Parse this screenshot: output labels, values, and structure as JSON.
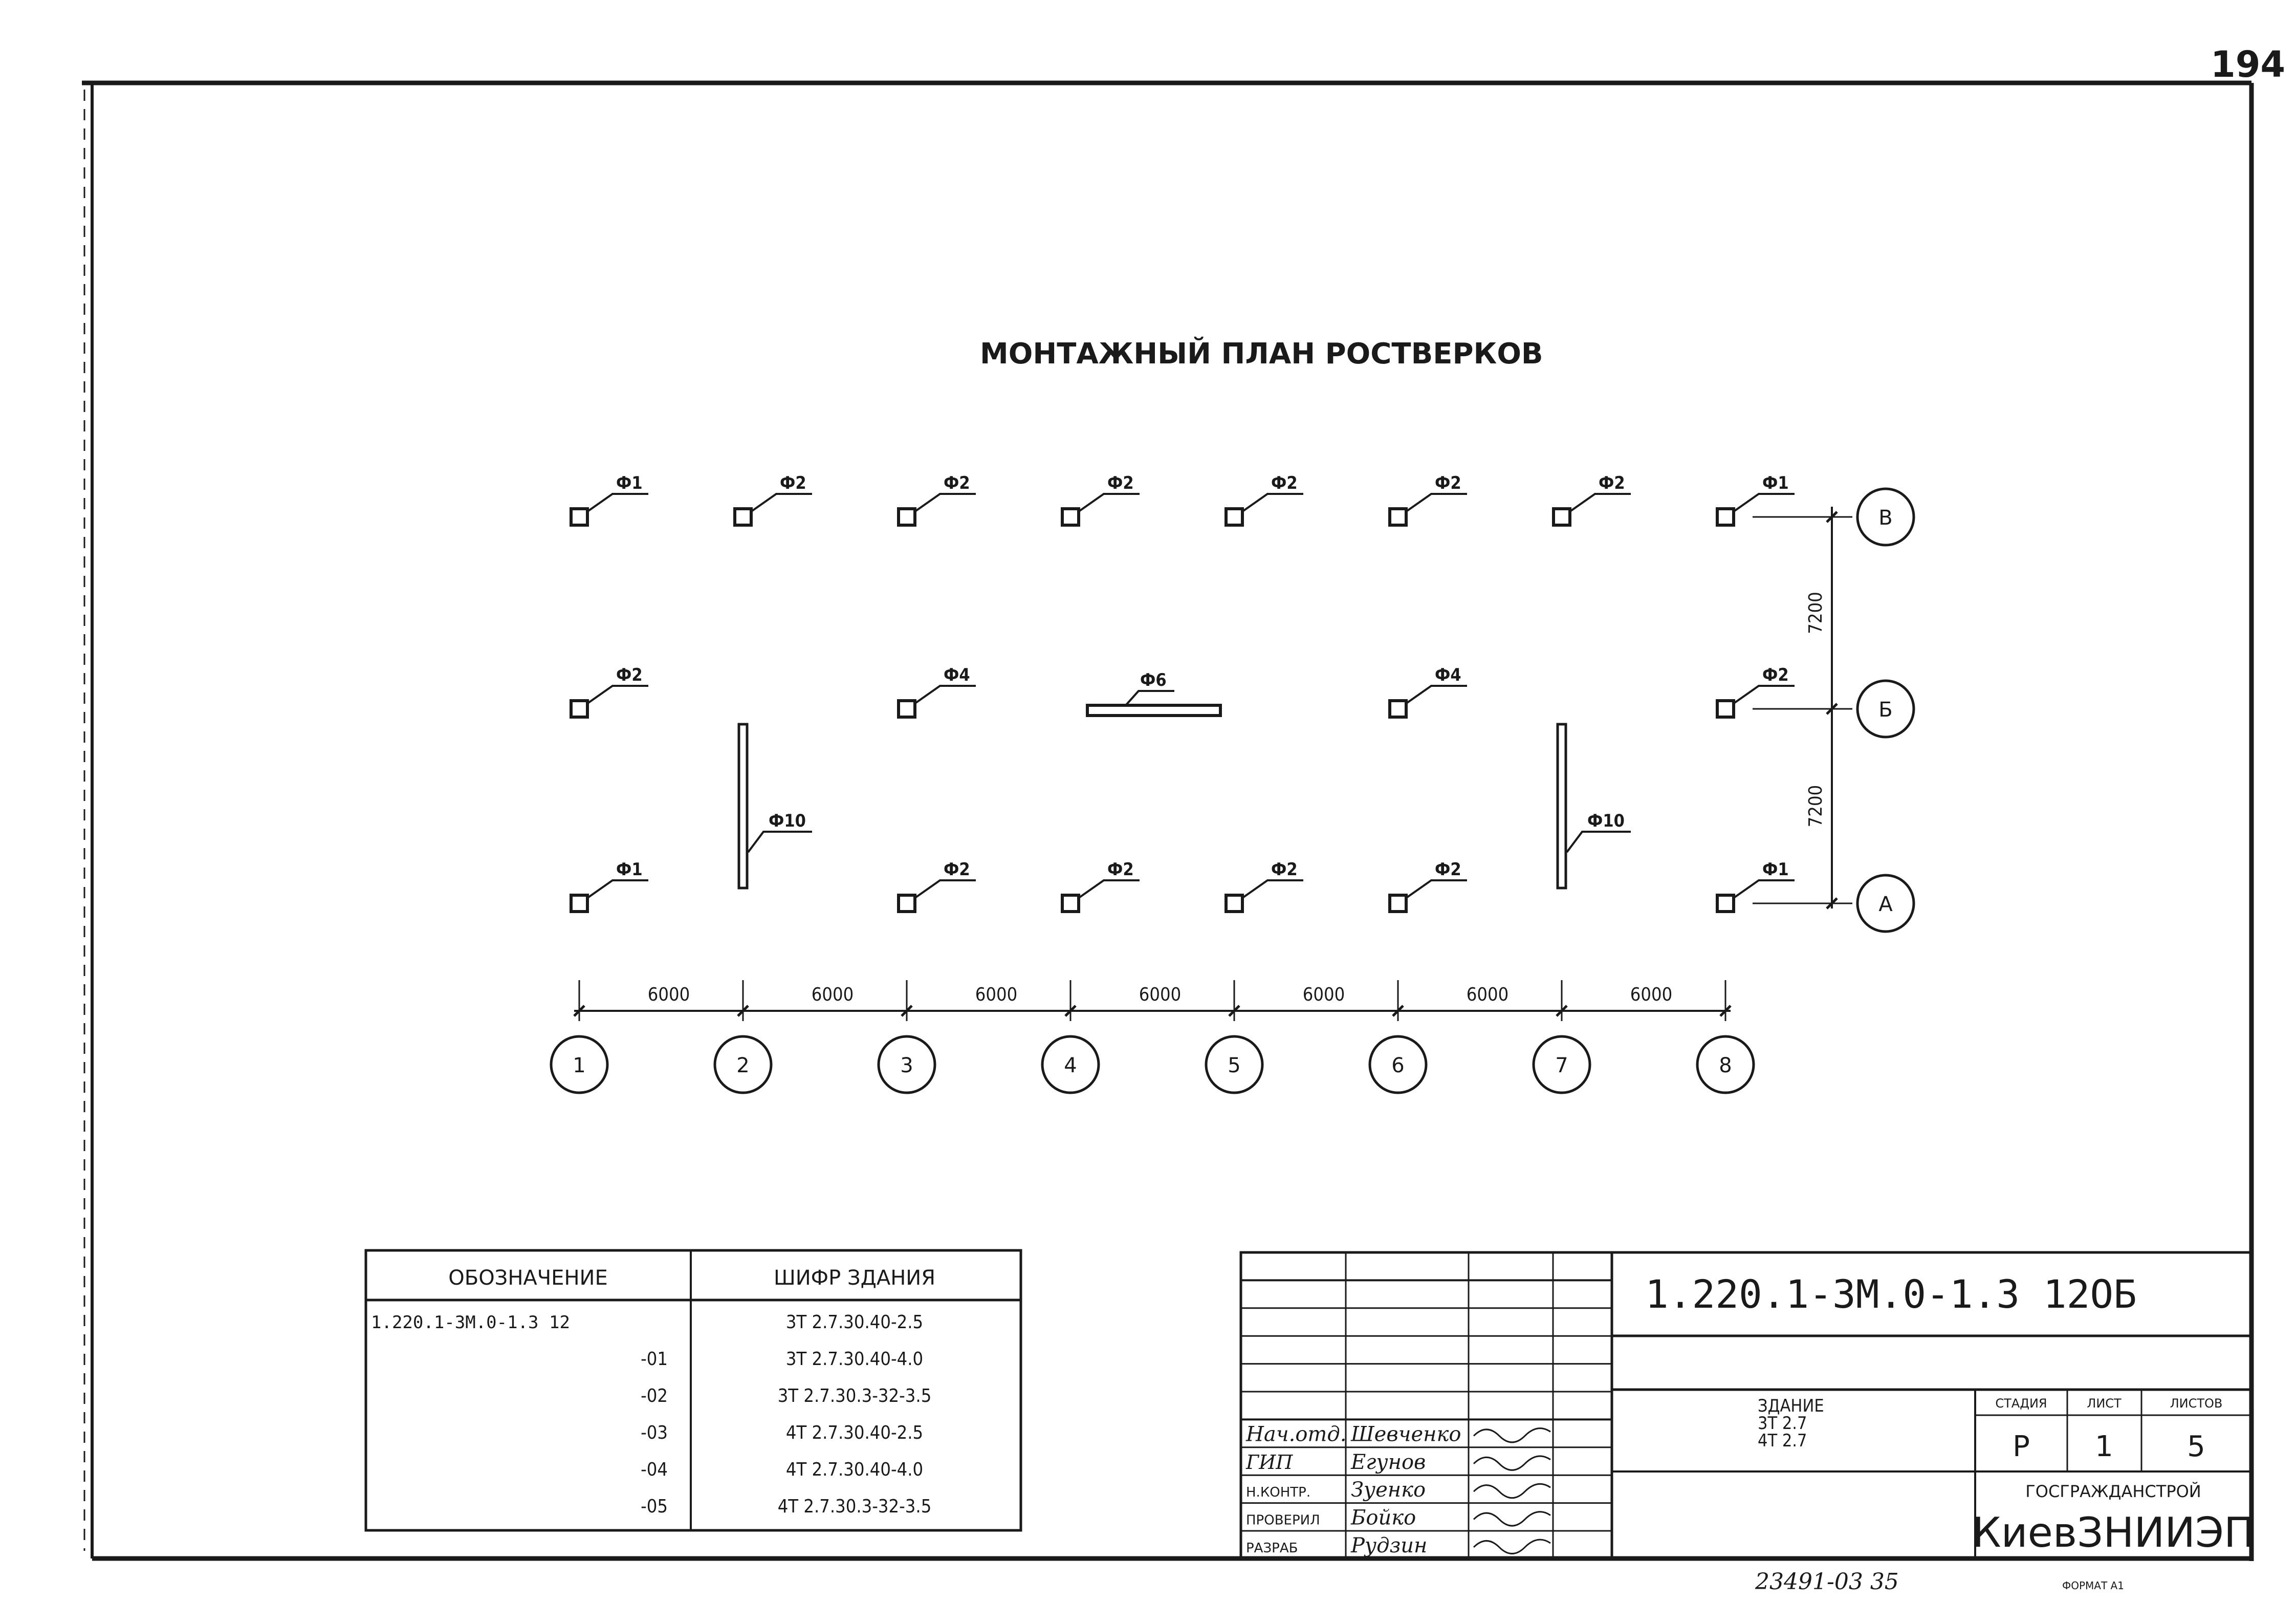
{
  "sheet": {
    "corner_number": "194",
    "title": "МОНТАЖНЫЙ ПЛАН РОСТВЕРКОВ",
    "footer_number": "23491-03 35",
    "footer_format": "ФОРМАТ А1"
  },
  "plan": {
    "row_top": [
      "Ф1",
      "Ф2",
      "Ф2",
      "Ф2",
      "Ф2",
      "Ф2",
      "Ф2",
      "Ф1"
    ],
    "row_bottom": [
      "Ф1",
      "Ф2",
      "Ф2",
      "Ф2",
      "Ф2",
      "Ф1"
    ],
    "row_middle": [
      {
        "label": "Ф2",
        "col": 1
      },
      {
        "label": "Ф4",
        "col": 3
      },
      {
        "label": "Ф4",
        "col": 6
      },
      {
        "label": "Ф2",
        "col": 8
      }
    ],
    "beam_label": "Ф6",
    "wall_labels": [
      "Ф10",
      "Ф10"
    ],
    "axes_x": [
      "1",
      "2",
      "3",
      "4",
      "5",
      "6",
      "7",
      "8"
    ],
    "axes_y": [
      "В",
      "Б",
      "А"
    ],
    "spans_x": [
      "6000",
      "6000",
      "6000",
      "6000",
      "6000",
      "6000",
      "6000"
    ],
    "spans_y": [
      "7200",
      "7200"
    ]
  },
  "designation_table": {
    "headers": [
      "ОБОЗНАЧЕНИЕ",
      "ШИФР ЗДАНИЯ"
    ],
    "rows": [
      {
        "code": "1.220.1-3М.0-1.3 12",
        "cipher": "3Т 2.7.30.40-2.5"
      },
      {
        "code": "-01",
        "cipher": "3Т 2.7.30.40-4.0"
      },
      {
        "code": "-02",
        "cipher": "3Т 2.7.30.3-32-3.5"
      },
      {
        "code": "-03",
        "cipher": "4Т 2.7.30.40-2.5"
      },
      {
        "code": "-04",
        "cipher": "4Т 2.7.30.40-4.0"
      },
      {
        "code": "-05",
        "cipher": "4Т 2.7.30.3-32-3.5"
      }
    ]
  },
  "title_block": {
    "document_code": "1.220.1-3М.0-1.3 12ОБ",
    "building_title": "ЗДАНИЕ",
    "building_variants": [
      "3Т 2.7",
      "4Т 2.7"
    ],
    "stage_header": "СТАДИЯ",
    "sheet_header": "ЛИСТ",
    "sheets_header": "ЛИСТОВ",
    "stage": "Р",
    "sheet": "1",
    "sheets": "5",
    "org_parent": "ГОСГРАЖДАНСТРОЙ",
    "org": "КиевЗНИИЭП",
    "signatures": [
      {
        "role": "Нач.отд.",
        "name": "Шевченко"
      },
      {
        "role": "ГИП",
        "name": "Егунов"
      },
      {
        "role": "Н.КОНТР.",
        "name": "Зуенко"
      },
      {
        "role": "ПРОВЕРИЛ",
        "name": "Бойко"
      },
      {
        "role": "РАЗРАБ",
        "name": "Рудзин"
      }
    ]
  }
}
